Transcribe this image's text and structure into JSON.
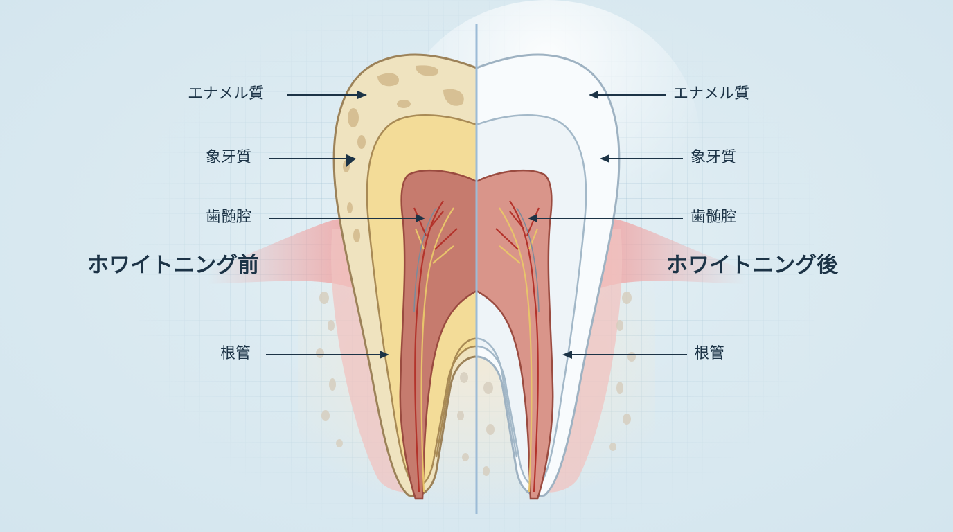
{
  "diagram": {
    "subject": "tooth cross-section comparison",
    "colors": {
      "background": "#d9e9f0",
      "text": "#1c3346",
      "divider": "#9cbbd6",
      "enamel_before": "#efe2bd",
      "enamel_after": "#f7fafc",
      "dentin_before": "#f2d992",
      "dentin_after": "#eef4f8",
      "pulp": "#c97a6e",
      "gum": "#efb3b3",
      "bone": "#efe8d8"
    }
  },
  "left": {
    "title": "ホワイトニング前",
    "labels": {
      "enamel": "エナメル質",
      "dentin": "象牙質",
      "pulp_cavity": "歯髄腔",
      "root_canal": "根管"
    }
  },
  "right": {
    "title": "ホワイトニング後",
    "labels": {
      "enamel": "エナメル質",
      "dentin": "象牙質",
      "pulp_cavity": "歯髄腔",
      "root_canal": "根管"
    }
  }
}
